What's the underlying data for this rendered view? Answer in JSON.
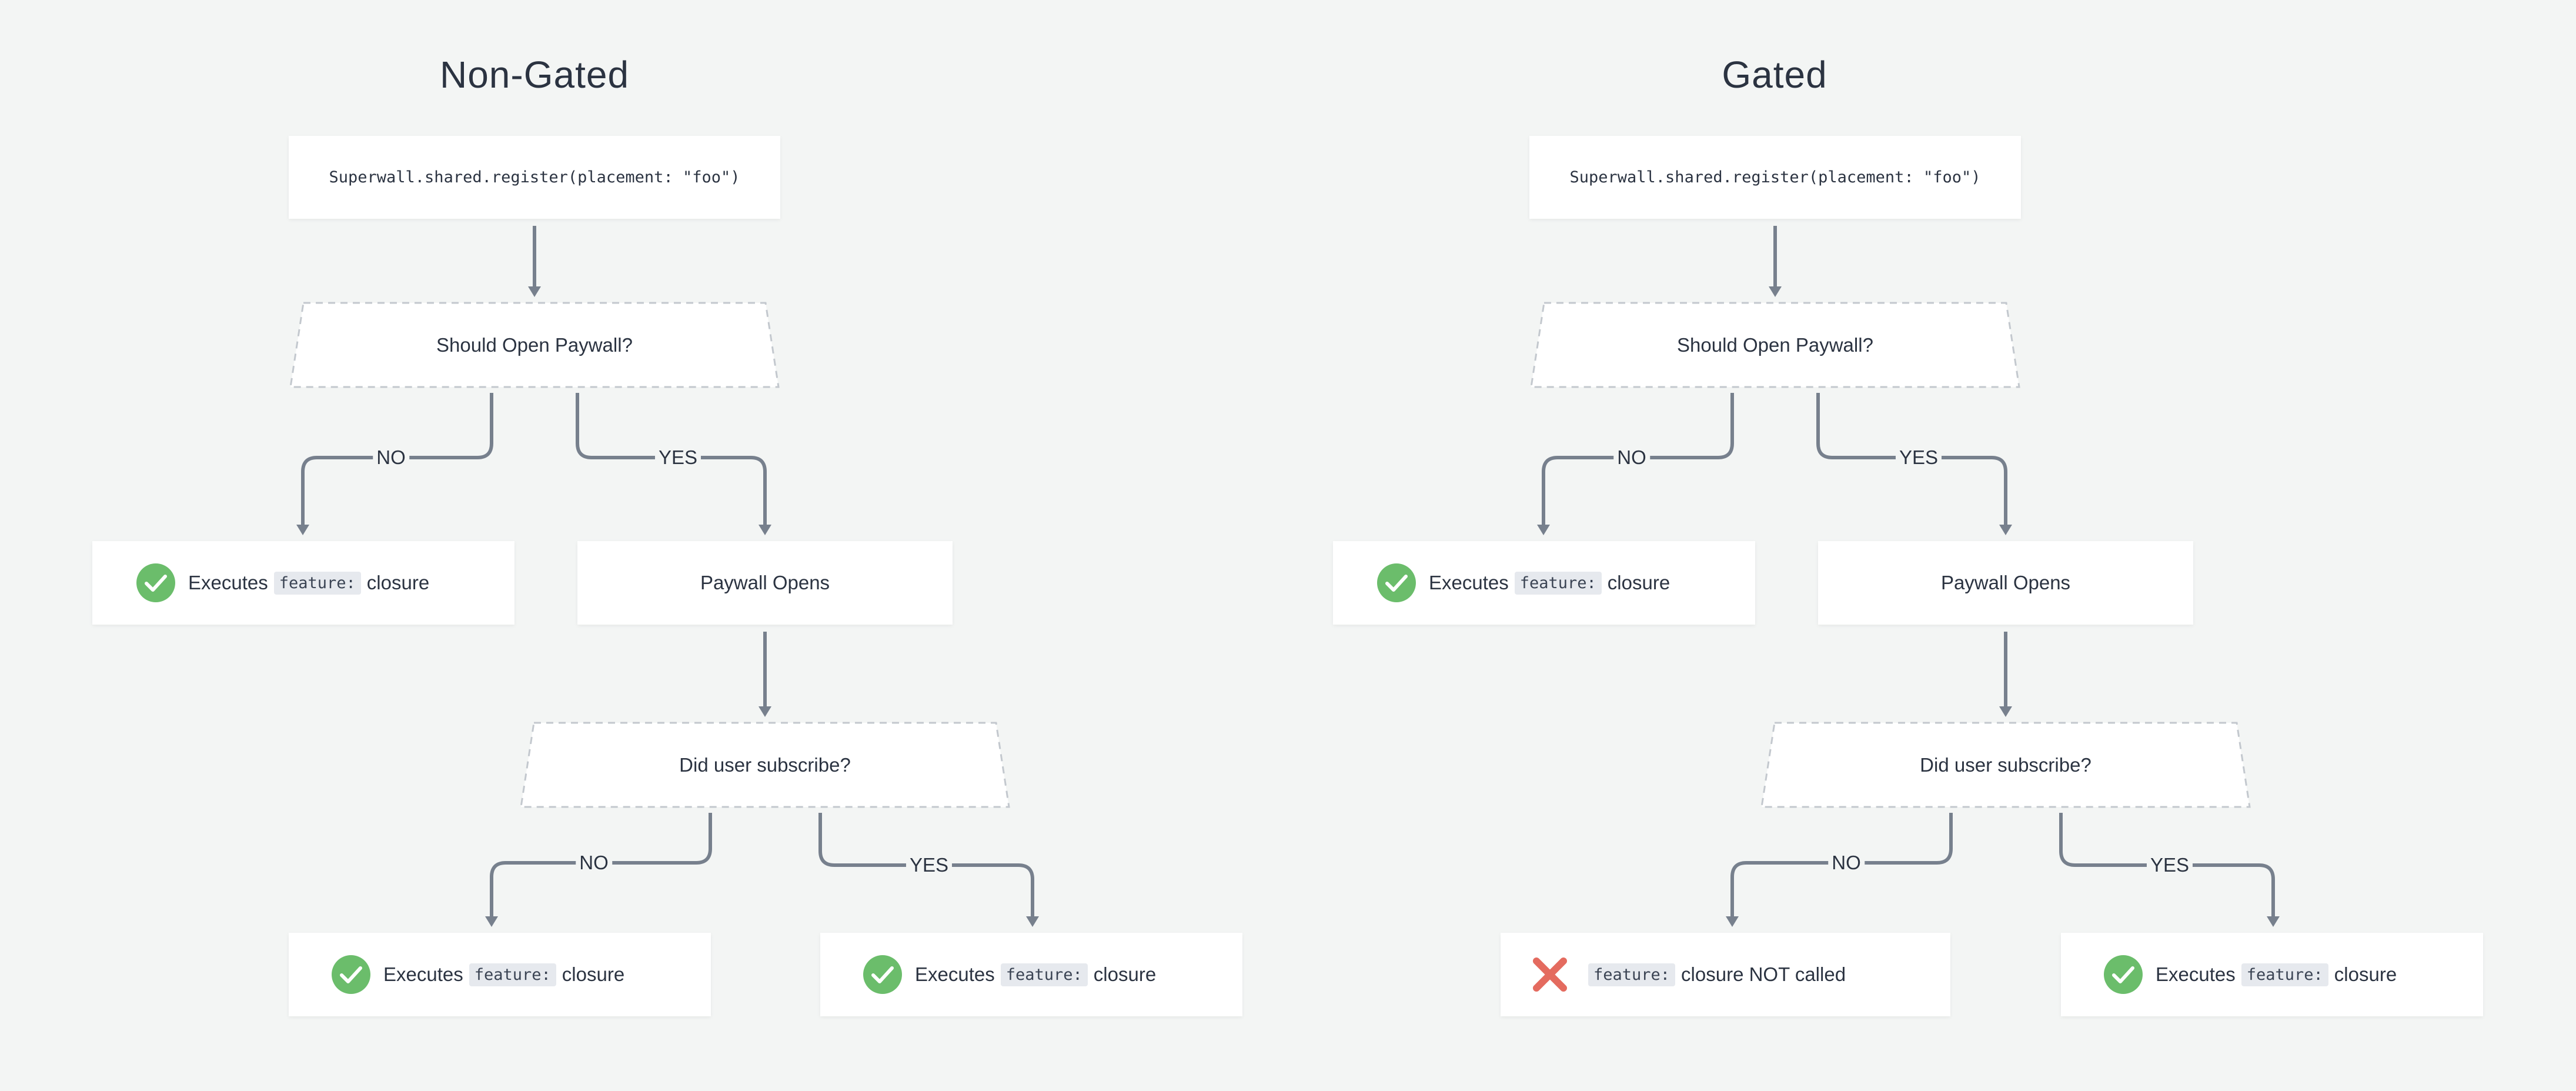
{
  "colors": {
    "background": "#f3f5f4",
    "connector": "#77808d",
    "check": "#6bbd6b",
    "cross": "#e46b5f",
    "dashed_border": "#c3c8ce"
  },
  "non_gated": {
    "title": "Non-Gated",
    "register_code": "Superwall.shared.register(placement: \"foo\")",
    "decision_paywall": "Should Open Paywall?",
    "no_label": "NO",
    "yes_label": "YES",
    "no_result": {
      "prefix": "Executes",
      "keyword": "feature:",
      "suffix": "closure",
      "icon": "check-icon"
    },
    "paywall_opens": "Paywall Opens",
    "decision_subscribe": "Did user subscribe?",
    "sub_no_label": "NO",
    "sub_yes_label": "YES",
    "sub_no_result": {
      "prefix": "Executes",
      "keyword": "feature:",
      "suffix": "closure",
      "icon": "check-icon"
    },
    "sub_yes_result": {
      "prefix": "Executes",
      "keyword": "feature:",
      "suffix": "closure",
      "icon": "check-icon"
    }
  },
  "gated": {
    "title": "Gated",
    "register_code": "Superwall.shared.register(placement: \"foo\")",
    "decision_paywall": "Should Open Paywall?",
    "no_label": "NO",
    "yes_label": "YES",
    "no_result": {
      "prefix": "Executes",
      "keyword": "feature:",
      "suffix": "closure",
      "icon": "check-icon"
    },
    "paywall_opens": "Paywall Opens",
    "decision_subscribe": "Did user subscribe?",
    "sub_no_label": "NO",
    "sub_yes_label": "YES",
    "sub_no_result": {
      "prefix": "",
      "keyword": "feature:",
      "suffix": "closure NOT called",
      "icon": "cross-icon"
    },
    "sub_yes_result": {
      "prefix": "Executes",
      "keyword": "feature:",
      "suffix": "closure",
      "icon": "check-icon"
    }
  }
}
